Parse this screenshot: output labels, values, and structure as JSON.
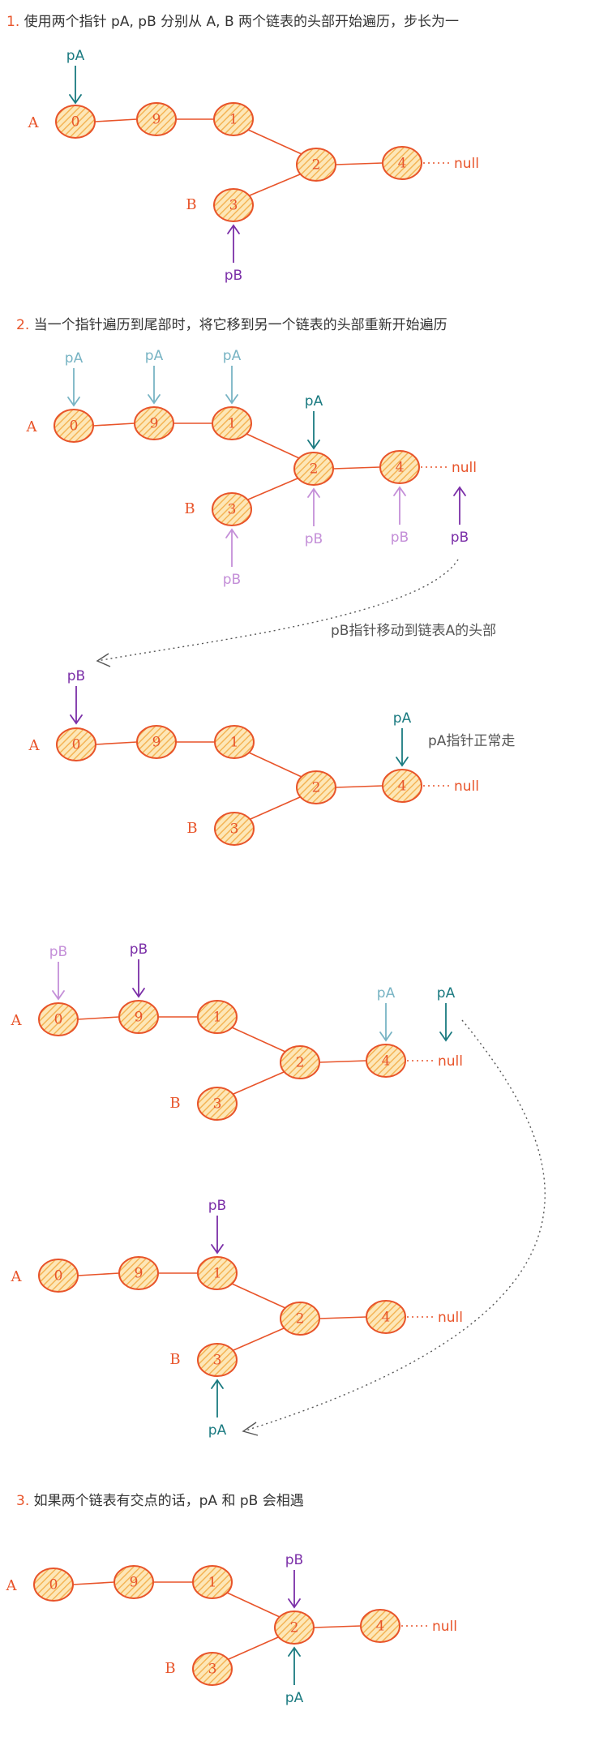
{
  "steps": {
    "step1_num": "1.",
    "step1_text": "使用两个指针 pA, pB 分别从 A, B 两个链表的头部开始遍历，步长为一",
    "step2_num": "2.",
    "step2_text": "当一个指针遍历到尾部时，将它移到另一个链表的头部重新开始遍历",
    "step3_num": "3.",
    "step3_text": "如果两个链表有交点的话，pA 和 pB 会相遇"
  },
  "nodes": {
    "n0": "0",
    "n9": "9",
    "n1": "1",
    "n2": "2",
    "n4": "4",
    "n3": "3"
  },
  "labels": {
    "listA": "A",
    "listB": "B",
    "null": "null",
    "pA": "pA",
    "pB": "pB"
  },
  "notes": {
    "pb_move": "pB指针移动到链表A的头部",
    "pa_normal": "pA指针正常走"
  },
  "colors": {
    "node_stroke": "#e8542a",
    "node_fill": "#f7c66a",
    "edge": "#e8542a",
    "pA": "#1a7a80",
    "pA_faded": "#78b4c4",
    "pB": "#7b2fa8",
    "pB_faded": "#c48fd8",
    "note_text": "#555555",
    "dotted": "#555555"
  }
}
